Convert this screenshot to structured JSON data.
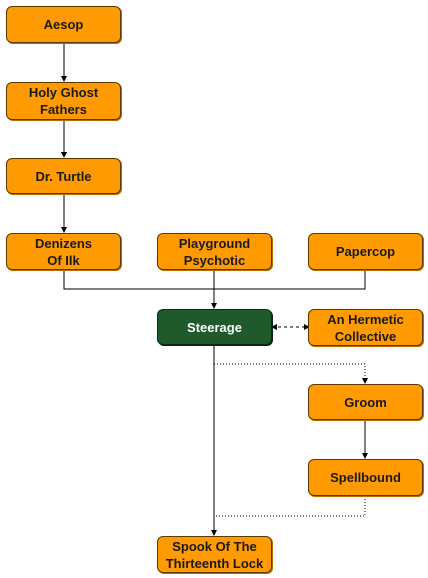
{
  "colors": {
    "node_fill": "#ff9a00",
    "highlight_fill": "#1e5a2c",
    "line": "#000000"
  },
  "nodes": {
    "aesop": "Aesop",
    "holy_ghost_fathers": "Holy Ghost\nFathers",
    "dr_turtle": "Dr. Turtle",
    "denizens_of_ilk": "Denizens\nOf Ilk",
    "playground_psychotic": "Playground\nPsychotic",
    "papercop": "Papercop",
    "steerage": "Steerage",
    "an_hermetic_collective": "An Hermetic\nCollective",
    "groom": "Groom",
    "spellbound": "Spellbound",
    "spook_of_the_thirteenth_lock": "Spook Of The\nThirteenth Lock"
  }
}
